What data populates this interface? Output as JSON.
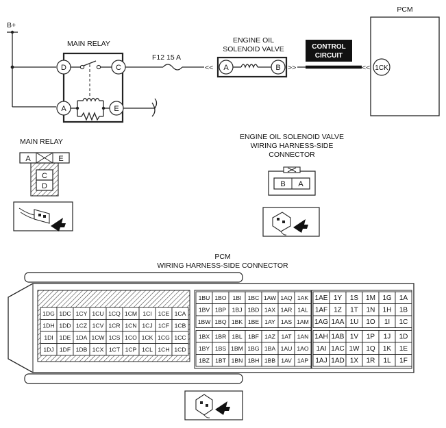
{
  "circuit": {
    "supply": "B+",
    "main_relay_label": "MAIN RELAY",
    "relay_pins": [
      "D",
      "C",
      "A",
      "E"
    ],
    "fuse_label": "F12 15 A",
    "solenoid_label_line1": "ENGINE OIL",
    "solenoid_label_line2": "SOLENOID VALVE",
    "solenoid_pins": [
      "A",
      "B"
    ],
    "control_line1": "CONTROL",
    "control_line2": "CIRCUIT",
    "pcm_label": "PCM",
    "pcm_pin": "1CK"
  },
  "relay_connector": {
    "title": "MAIN RELAY",
    "top_pins": [
      "A",
      "E"
    ],
    "bottom_pins": [
      "C",
      "D"
    ]
  },
  "solenoid_connector": {
    "title_line1": "ENGINE OIL SOLENOID VALVE",
    "title_line2": "WIRING HARNESS-SIDE",
    "title_line3": "CONNECTOR",
    "pins": [
      "B",
      "A"
    ]
  },
  "pcm_connector": {
    "title_line1": "PCM",
    "title_line2": "WIRING HARNESS-SIDE CONNECTOR",
    "left_block": [
      [
        "1DG",
        "1DC",
        "1CY",
        "1CU",
        "1CQ",
        "1CM",
        "1CI",
        "1CE",
        "1CA"
      ],
      [
        "1DH",
        "1DD",
        "1CZ",
        "1CV",
        "1CR",
        "1CN",
        "1CJ",
        "1CF",
        "1CB"
      ],
      [
        "1DI",
        "1DE",
        "1DA",
        "1CW",
        "1CS",
        "1CO",
        "1CK",
        "1CG",
        "1CC"
      ],
      [
        "1DJ",
        "1DF",
        "1DB",
        "1CX",
        "1CT",
        "1CP",
        "1CL",
        "1CH",
        "1CD"
      ]
    ],
    "middle_block": [
      [
        "1BU",
        "1BO",
        "1BI",
        "1BC",
        "1AW",
        "1AQ",
        "1AK"
      ],
      [
        "1BV",
        "1BP",
        "1BJ",
        "1BD",
        "1AX",
        "1AR",
        "1AL"
      ],
      [
        "1BW",
        "1BQ",
        "1BK",
        "1BE",
        "1AY",
        "1AS",
        "1AM"
      ],
      [
        "1BX",
        "1BR",
        "1BL",
        "1BF",
        "1AZ",
        "1AT",
        "1AN"
      ],
      [
        "1BY",
        "1BS",
        "1BM",
        "1BG",
        "1BA",
        "1AU",
        "1AO"
      ],
      [
        "1BZ",
        "1BT",
        "1BN",
        "1BH",
        "1BB",
        "1AV",
        "1AP"
      ]
    ],
    "right_block": [
      [
        "1AE",
        "1Y",
        "1S",
        "1M",
        "1G",
        "1A"
      ],
      [
        "1AF",
        "1Z",
        "1T",
        "1N",
        "1H",
        "1B"
      ],
      [
        "1AG",
        "1AA",
        "1U",
        "1O",
        "1I",
        "1C"
      ],
      [
        "1AH",
        "1AB",
        "1V",
        "1P",
        "1J",
        "1D"
      ],
      [
        "1AI",
        "1AC",
        "1W",
        "1Q",
        "1K",
        "1E"
      ],
      [
        "1AJ",
        "1AD",
        "1X",
        "1R",
        "1L",
        "1F"
      ]
    ]
  }
}
